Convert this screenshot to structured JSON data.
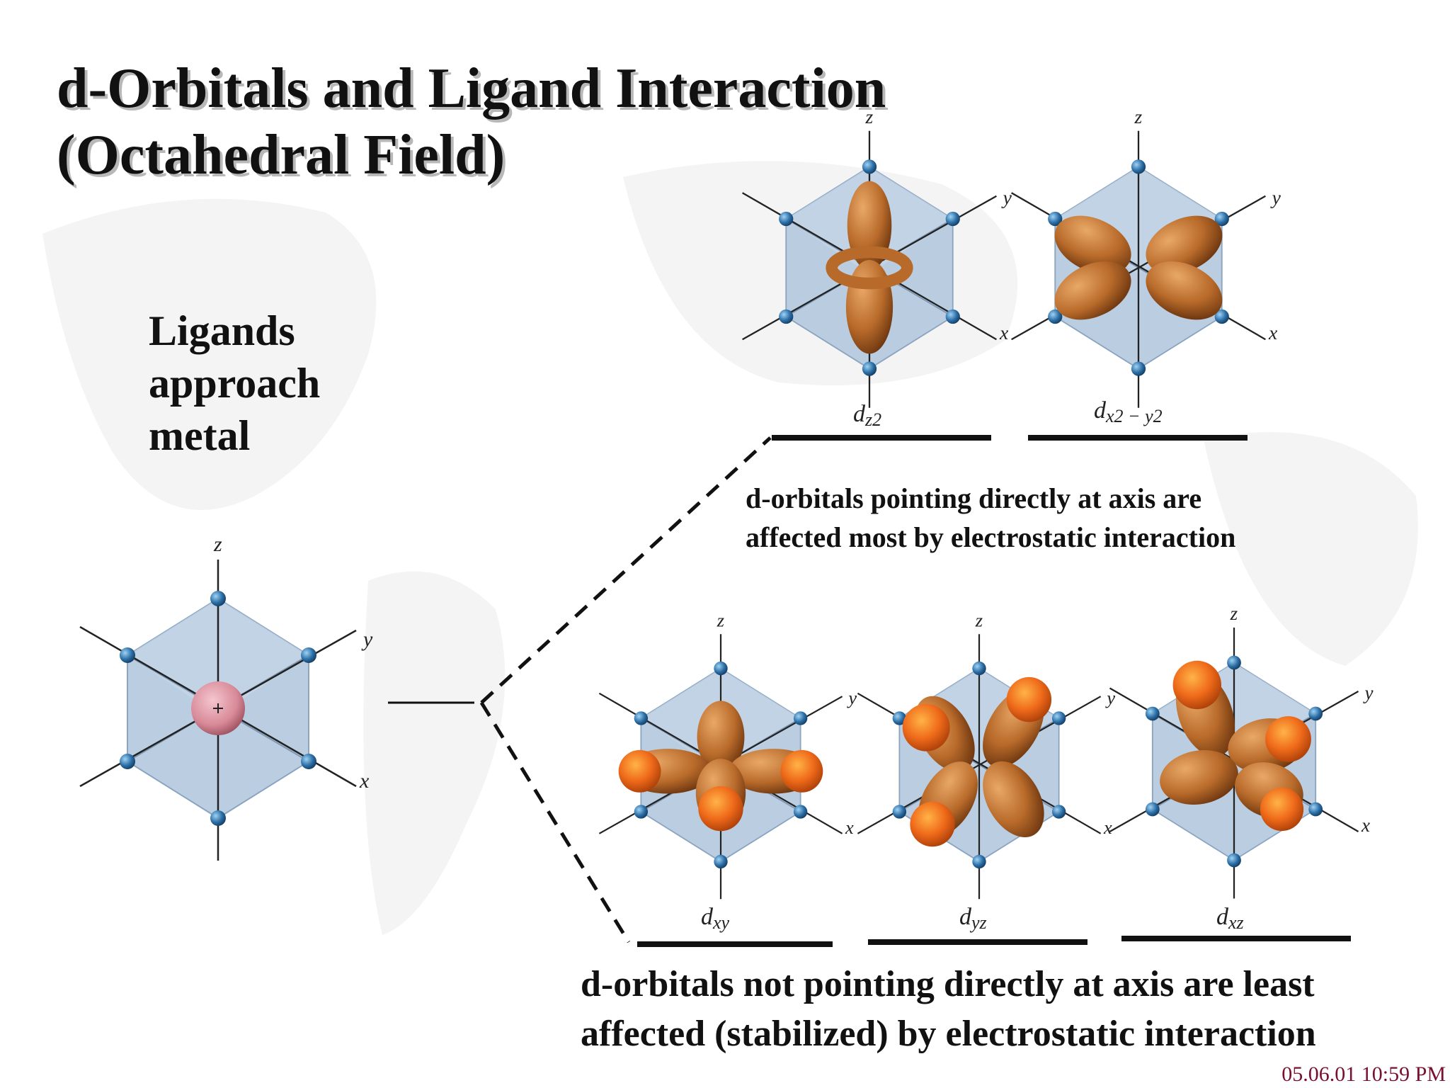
{
  "title": {
    "line1": "d-Orbitals and Ligand Interaction",
    "line2": "(Octahedral Field)"
  },
  "ligands_text": [
    "Ligands",
    "approach",
    "metal"
  ],
  "axes": {
    "x": "x",
    "y": "y",
    "z": "z"
  },
  "upper_orbitals": [
    {
      "base": "d",
      "sub": "z2"
    },
    {
      "base": "d",
      "sub": "x2 − y2"
    }
  ],
  "lower_orbitals": [
    {
      "base": "d",
      "sub": "xy"
    },
    {
      "base": "d",
      "sub": "yz"
    },
    {
      "base": "d",
      "sub": "xz"
    }
  ],
  "note_top": [
    "d-orbitals pointing directly at axis are",
    "affected most by electrostatic interaction"
  ],
  "note_bottom": [
    "d-orbitals not pointing directly at axis are least",
    "affected (stabilized) by electrostatic interaction"
  ],
  "timestamp": "05.06.01 10:59 PM",
  "colors": {
    "octahedron": "#aec4dc",
    "ligand": "#2c6fa6",
    "lobe": "#b86a2a",
    "lobe_tip": "#ef6a1a",
    "metal": "#d88a98"
  }
}
